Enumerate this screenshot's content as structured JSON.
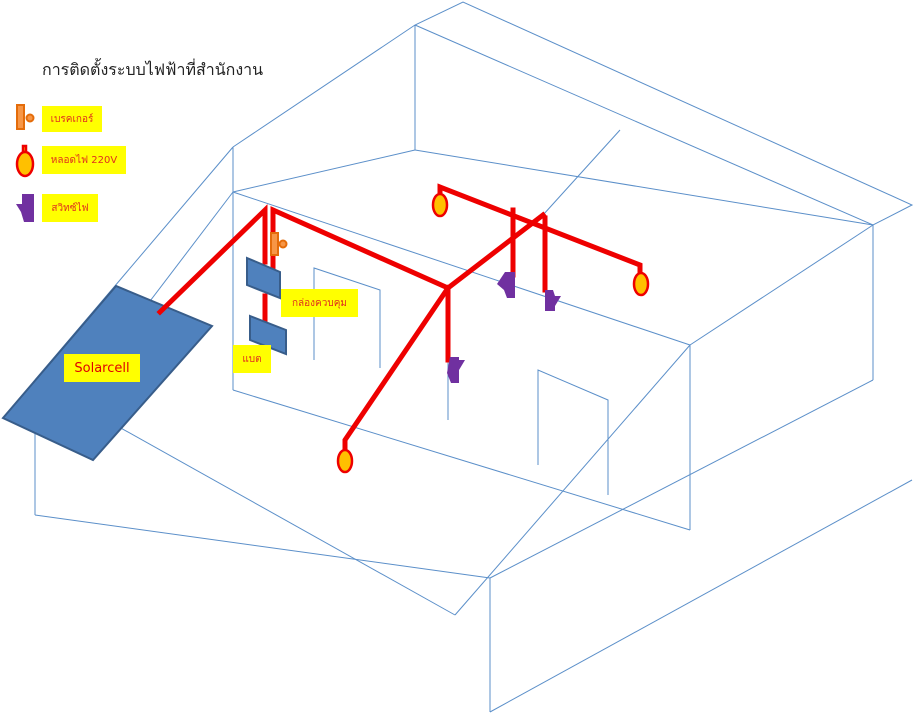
{
  "title": "การติดตั้งระบบไฟฟ้าที่สำนักงาน",
  "legend": [
    {
      "icon": "breaker-icon",
      "label": "เบรคเกอร์"
    },
    {
      "icon": "lamp-icon",
      "label": "หลอดไฟ 220V"
    },
    {
      "icon": "switch-icon",
      "label": "สวิทซ์ไฟ"
    }
  ],
  "labels": {
    "control_box": "กล่องควบคุม",
    "battery": "แบต",
    "solarcell": "Solarcell"
  },
  "colors": {
    "wire": "#ee0000",
    "house_line": "#5b8fc9",
    "panel": "#4f81bd",
    "lamp_fill": "#ffc000",
    "switch": "#7030a0",
    "breaker": "#f79646",
    "label_bg": "#ffff00"
  }
}
